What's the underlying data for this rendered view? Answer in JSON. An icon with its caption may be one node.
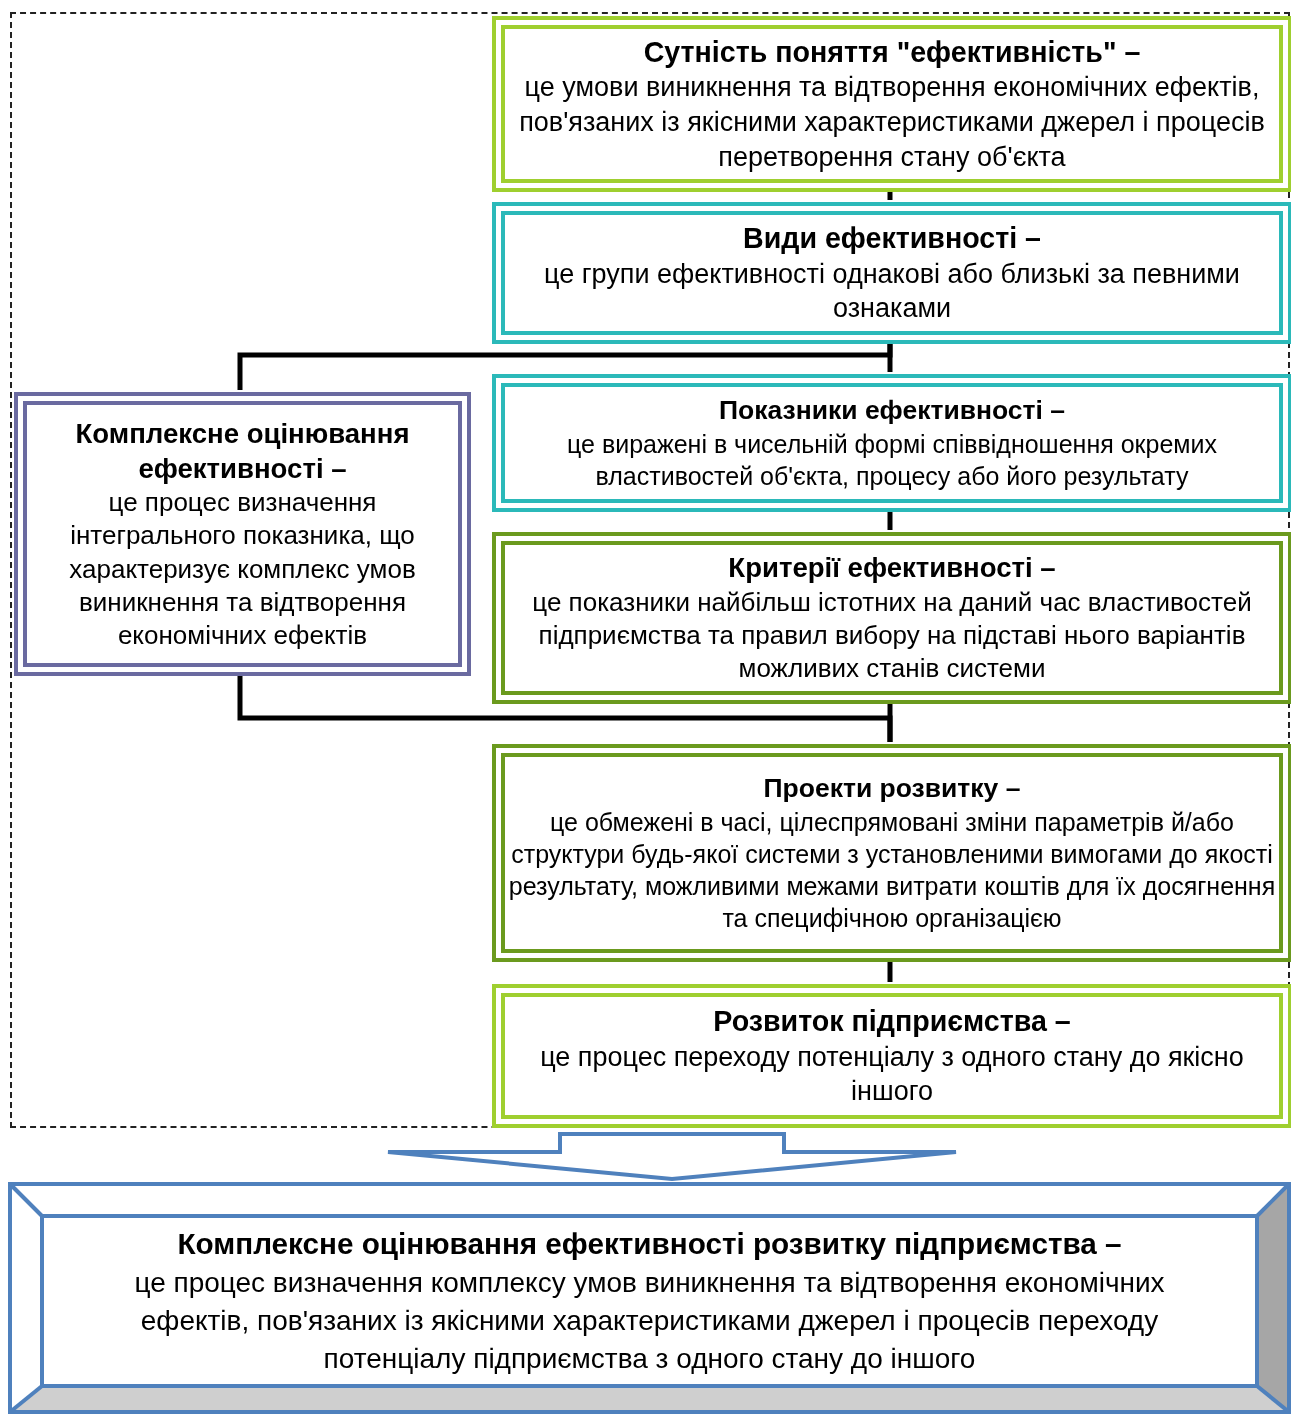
{
  "diagram": {
    "nodes": [
      {
        "text": [],
        "shape": "box"
      },
      {
        "text": [
          "Сутність поняття \"ефективність\" –",
          "це умови виникнення та відтворення економічних ефектів, пов'язаних із якісними характеристиками джерел і процесів перетворення стану об'єкта"
        ],
        "in": 0
      },
      {
        "text": [
          "Види ефективності –",
          "це групи ефективності однакові або близькі за певними ознаками"
        ],
        "in": 0
      },
      {
        "text": [
          "Комплексне оцінювання ефективності –",
          "це процес визначення інтегрального показника, що характеризує комплекс умов виникнення та відтворення економічних ефектів"
        ],
        "in": 0
      },
      {
        "text": [
          "Показники ефективності –",
          "це виражені в чисельній формі співвідношення окремих властивостей об'єкта, процесу або його результату"
        ],
        "in": 0
      },
      {
        "text": [
          "Критерії ефективності –",
          "це показники найбільш істотних на даний час властивостей підприємства та правил вибору на підставі нього варіантів можливих станів системи"
        ],
        "in": 0
      },
      {
        "text": [
          "Проекти розвитку –",
          "це обмежені в часі, цілеспрямовані зміни параметрів й/або структури будь-якої системи з установленими вимогами до якості результату, можливими межами витрати коштів для їх досягнення та специфічною організацією"
        ],
        "in": 0
      },
      {
        "text": [
          "Розвиток підприємства –",
          "це процес переходу потенціалу з одного стану до якісно іншого"
        ],
        "in": 0
      },
      {
        "text": [
          "Комплексне оцінювання ефективності розвитку підприємства –",
          "це процес визначення комплексу умов виникнення та відтворення економічних ефектів, пов'язаних із якісними характеристиками джерел і процесів переходу потенціалу підприємства з одного стану до іншого"
        ]
      }
    ],
    "edges": [
      {
        "from": 1,
        "to": 2,
        "arrow": "none"
      },
      {
        "from": 2,
        "to": 4,
        "arrow": "none"
      },
      {
        "from": 2,
        "to": 3,
        "arrow": "none"
      },
      {
        "from": 4,
        "to": 5,
        "arrow": "none"
      },
      {
        "from": 5,
        "to": 6,
        "arrow": "none"
      },
      {
        "from": 3,
        "to": 6,
        "arrow": "none"
      },
      {
        "from": 6,
        "to": 7,
        "arrow": "none"
      },
      {
        "from": 0,
        "to": 8,
        "arrow": "to",
        "style": "thick",
        "color": "#4f81bd"
      }
    ]
  }
}
